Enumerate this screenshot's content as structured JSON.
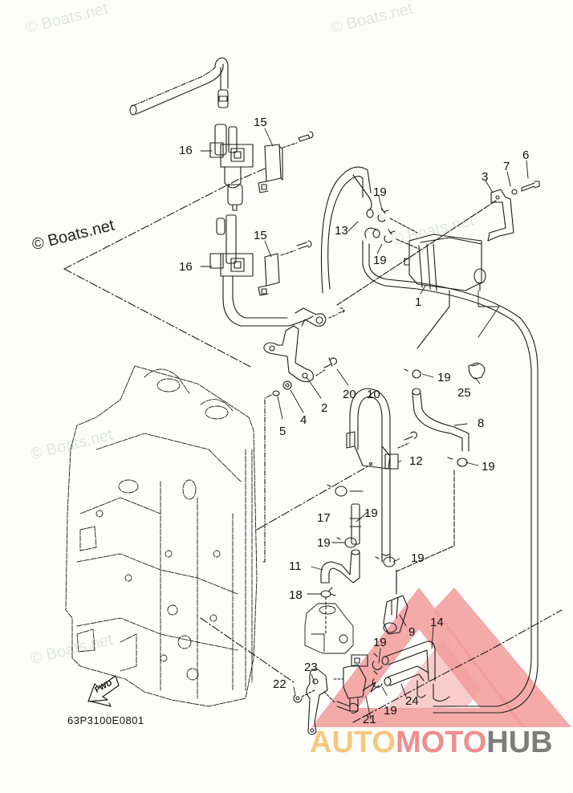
{
  "watermarks": {
    "top_left": "© Boats.net",
    "top_right": "© Boats.net",
    "left_mid": "© Boats.net",
    "faint_1": "© Boats.net",
    "faint_2": "© Boats.net",
    "faint_3": "© Boats.net"
  },
  "diagram": {
    "drawing_code": "63P3100E0801",
    "fwd_label": "FWD",
    "part_labels": {
      "p1": "1",
      "p2": "2",
      "p3": "3",
      "p4": "4",
      "p5": "5",
      "p6": "6",
      "p7": "7",
      "p8": "8",
      "p9": "9",
      "p10": "10",
      "p11": "11",
      "p12": "12",
      "p13": "13",
      "p14": "14",
      "p15a": "15",
      "p15b": "15",
      "p16a": "16",
      "p16b": "16",
      "p17": "17",
      "p18": "18",
      "p19a": "19",
      "p19b": "19",
      "p19c": "19",
      "p19d": "19",
      "p19e": "19",
      "p19f": "19",
      "p19g": "19",
      "p19h": "19",
      "p19i": "19",
      "p20": "20",
      "p21": "21",
      "p22": "22",
      "p23": "23",
      "p24": "24",
      "p25": "25"
    }
  },
  "logo": {
    "part1": "AUTO",
    "part2": "MOTO",
    "part3": "HUB",
    "colors": {
      "auto": "#f7c77e",
      "moto": "#ef8e8e",
      "hub": "#7d7d7d",
      "triangle": "#ef8585"
    }
  }
}
